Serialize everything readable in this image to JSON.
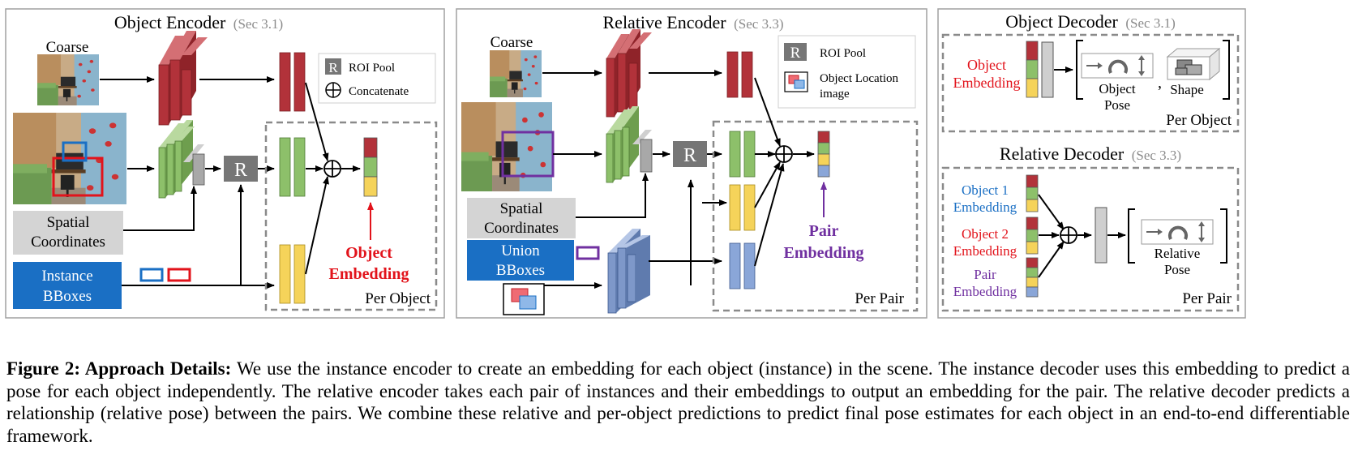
{
  "panels": {
    "object_encoder": {
      "title": "Object Encoder",
      "sec": "(Sec 3.1)"
    },
    "relative_encoder": {
      "title": "Relative Encoder",
      "sec": "(Sec 3.3)"
    },
    "object_decoder": {
      "title": "Object Decoder",
      "sec": "(Sec 3.1)"
    },
    "relative_decoder": {
      "title": "Relative Decoder",
      "sec": "(Sec 3.3)"
    }
  },
  "object_encoder": {
    "coarse": "Coarse",
    "spatial_line1": "Spatial",
    "spatial_line2": "Coordinates",
    "instance_line1": "Instance",
    "instance_line2": "BBoxes",
    "roi_symbol": "R",
    "legend_roi": "ROI Pool",
    "legend_concat": "Concatenate",
    "embedding_line1": "Object",
    "embedding_line2": "Embedding",
    "per_object": "Per Object"
  },
  "relative_encoder": {
    "coarse": "Coarse",
    "spatial_line1": "Spatial",
    "spatial_line2": "Coordinates",
    "union_line1": "Union",
    "union_line2": "BBoxes",
    "roi_symbol": "R",
    "legend_roi": "ROI Pool",
    "legend_loc_line1": "Object Location",
    "legend_loc_line2": "image",
    "pair_line1": "Pair",
    "pair_line2": "Embedding",
    "per_pair": "Per Pair"
  },
  "object_decoder": {
    "embedding_line1": "Object",
    "embedding_line2": "Embedding",
    "pose_line1": "Object",
    "pose_line2": "Pose",
    "comma": ",",
    "shape": "Shape",
    "per_object": "Per Object"
  },
  "relative_decoder": {
    "obj1_line1": "Object 1",
    "obj1_line2": "Embedding",
    "obj2_line1": "Object 2",
    "obj2_line2": "Embedding",
    "pair_line1": "Pair",
    "pair_line2": "Embedding",
    "pose_line1": "Relative",
    "pose_line2": "Pose",
    "per_pair": "Per Pair"
  },
  "caption": {
    "label": "Figure 2: Approach Details:",
    "text": "We use the instance encoder to create an embedding for each object (instance) in the scene. The instance decoder uses this embedding to predict a pose for each object independently. The relative encoder takes each pair of instances and their embeddings to output an embedding for the pair. The relative decoder predicts a relationship (relative pose) between the pairs. We combine these relative and per-object predictions to predict final pose estimates for each object in an end-to-end differentiable framework."
  },
  "colors": {
    "red": "#b2323a",
    "green": "#8dc06a",
    "yellow": "#f5d35a",
    "blue": "#8aa6d8",
    "bbox_blue": "#1a6fc4",
    "gray_block": "#767676",
    "accent_red": "#e2131b",
    "accent_purple": "#7030a0",
    "accent_blue": "#1a6fc4"
  }
}
